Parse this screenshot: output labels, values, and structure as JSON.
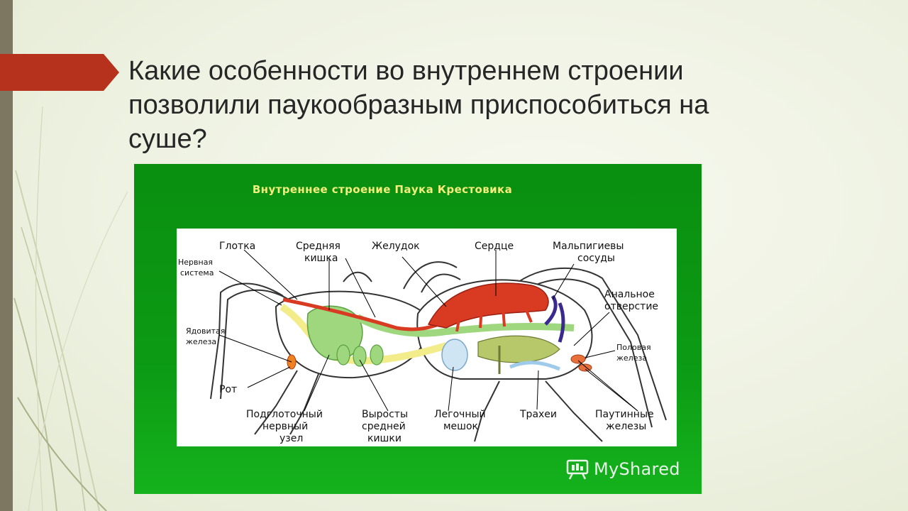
{
  "slide": {
    "title_lines": [
      "Какие особенности во внутреннем строении",
      "позволили паукообразным приспособиться на",
      "суше?"
    ],
    "accent_color": "#b7321c"
  },
  "diagram": {
    "title": "Внутреннее строение Паука Крестовика",
    "frame_color": "#0c9a14",
    "title_color": "#f3ee7c",
    "labels": {
      "glotka": "Глотка",
      "srednyaya_1": "Средняя",
      "srednyaya_2": "кишка",
      "zheludok": "Желудок",
      "serdtse": "Сердце",
      "malp_1": "Мальпигиевы",
      "malp_2": "сосуды",
      "nerv_1": "Нервная",
      "nerv_2": "система",
      "anal_1": "Анальное",
      "anal_2": "отверстие",
      "yad_1": "Ядовитая",
      "yad_2": "железа",
      "polov_1": "Половая",
      "polov_2": "железа",
      "rot": "Рот",
      "podgl_1": "Подглоточный",
      "podgl_2": "нервный",
      "podgl_3": "узел",
      "vyrost_1": "Выросты",
      "vyrost_2": "средней",
      "vyrost_3": "кишки",
      "leg_1": "Легочный",
      "leg_2": "мешок",
      "trahei": "Трахеи",
      "paut_1": "Паутинные",
      "paut_2": "железы"
    }
  },
  "watermark": {
    "text": "MyShared",
    "icon": "presentation-board-icon"
  }
}
